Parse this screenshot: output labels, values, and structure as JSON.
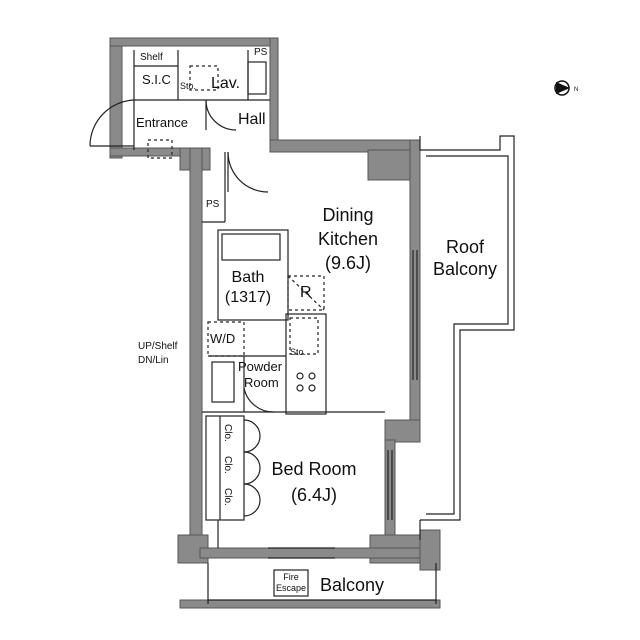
{
  "rooms": {
    "shelf": "Shelf",
    "sic": "S.I.C",
    "ps_top": "PS",
    "sto_top": "Sto.",
    "lav": "Lav.",
    "entrance": "Entrance",
    "hall": "Hall",
    "ps_mid": "PS",
    "dining_line1": "Dining",
    "dining_line2": "Kitchen",
    "dining_area": "(9.6J)",
    "roof_line1": "Roof",
    "roof_line2": "Balcony",
    "bath": "Bath",
    "bath_size": "(1317)",
    "fridge": "R",
    "wd": "W/D",
    "sto_kitchen": "Sto.",
    "upshelf_line1": "UP/Shelf",
    "upshelf_line2": "DN/Lin",
    "powder_line1": "Powder",
    "powder_line2": "Room",
    "clo1": "Clo.",
    "clo2": "Clo.",
    "clo3": "Clo.",
    "bedroom": "Bed Room",
    "bedroom_area": "(6.4J)",
    "fire_line1": "Fire",
    "fire_line2": "Escape",
    "balcony": "Balcony"
  },
  "north_marker": "N"
}
